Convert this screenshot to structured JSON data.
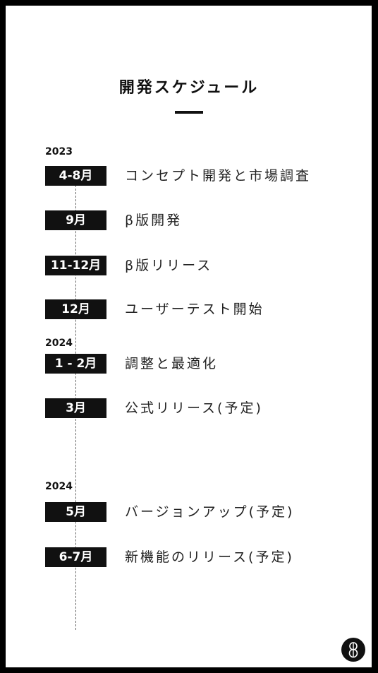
{
  "title": "開発スケジュール",
  "sections": [
    {
      "year": "2023",
      "items": [
        {
          "period": "4-8月",
          "event": "コンセプト開発と市場調査"
        },
        {
          "period": "9月",
          "event": "β版開発"
        },
        {
          "period": "11-12月",
          "event": "β版リリース"
        },
        {
          "period": "12月",
          "event": "ユーザーテスト開始"
        }
      ]
    },
    {
      "year": "2024",
      "items": [
        {
          "period": "1 - 2月",
          "event": "調整と最適化"
        },
        {
          "period": "3月",
          "event": "公式リリース(予定)"
        }
      ]
    },
    {
      "year": "2024",
      "items": [
        {
          "period": "5月",
          "event": "バージョンアップ(予定)"
        },
        {
          "period": "6-7月",
          "event": "新機能のリリース(予定)"
        }
      ]
    }
  ],
  "logo": {
    "icon": "logo-mark-icon"
  },
  "colors": {
    "background": "#ffffff",
    "frame": "#000000",
    "badge": "#111111",
    "badge_text": "#ffffff"
  }
}
